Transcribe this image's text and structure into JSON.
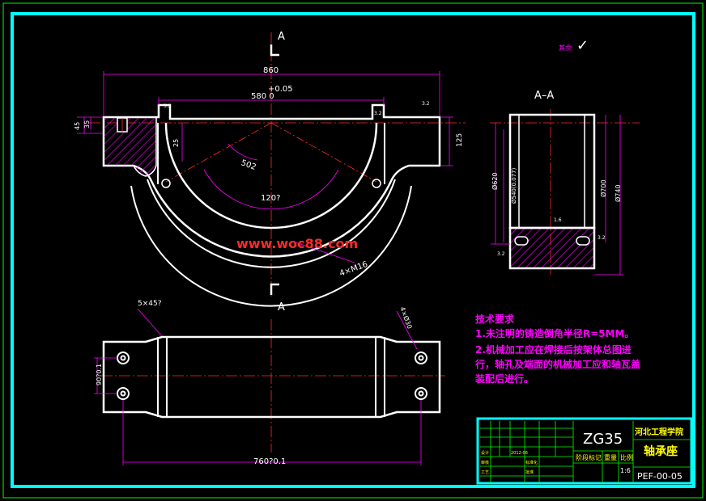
{
  "section": {
    "label_top": "A",
    "label_bottom": "A",
    "view_label": "A–A"
  },
  "roughness": {
    "label": "其余",
    "symbol": "✓"
  },
  "dims_front": {
    "overall_width": "860",
    "top_tol": "+0.05",
    "inner_width": "580  0",
    "h45": "45",
    "h35": "35",
    "h25": "25",
    "h125": "125",
    "radius": "502",
    "angle": "120?",
    "holes": "4×M16",
    "rough1": "3.2",
    "rough2": "3.2",
    "rough3": "3.2"
  },
  "dims_section": {
    "d620": "Ø620",
    "d540": "Ø540(0.077)",
    "d700": "Ø700",
    "d740": "Ø740",
    "r1": "1.6",
    "r2": "3.2",
    "r3": "3.2"
  },
  "dims_plan": {
    "chamfer": "5×45?",
    "hole_note": "4×Ø30",
    "pitch_v": "90?0.1",
    "pitch_h": "760?0.1"
  },
  "watermark": "www.woc88.com",
  "tech_req": {
    "title": "技术要求",
    "line1": "1.未注明的铸造倒角半径R=5MM。",
    "line2": "2.机械加工应在焊接后按架体总图进",
    "line3": "行，轴孔及端面的机械加工应和轴瓦盖",
    "line4": "装配后进行。"
  },
  "title_block": {
    "material": "ZG35",
    "school": "河北工程学院",
    "part_name": "轴承座",
    "stage_label": "阶段标记",
    "weight_label": "重量",
    "scale_label": "比例",
    "scale": "1:6",
    "drawing_no": "PEF-00-05",
    "date": "2012-06",
    "r_design": "设计",
    "r_check": "审核",
    "r_process": "工艺",
    "r_std": "标准化",
    "r_approve": "批准"
  },
  "colors": {
    "border": "#00ffff",
    "outline": "#ffffff",
    "centerline": "#ff2a2a",
    "dim": "#ff00ff",
    "hatch": "#ff00ff",
    "watermark": "#ff2a2a",
    "titleblock": "#00ff00"
  }
}
